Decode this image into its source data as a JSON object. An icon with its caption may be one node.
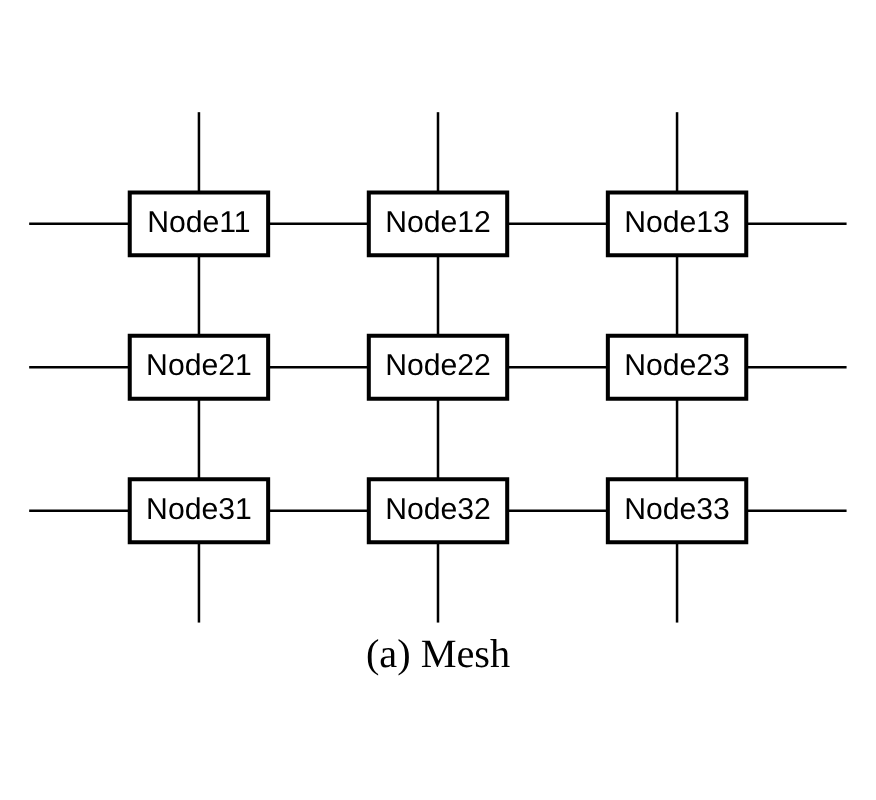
{
  "diagram": {
    "caption": "(a) Mesh",
    "nodes": [
      {
        "text": [
          "Node11"
        ]
      },
      {
        "text": [
          "Node12"
        ]
      },
      {
        "text": [
          "Node13"
        ]
      },
      {
        "text": [
          "Node21"
        ]
      },
      {
        "text": [
          "Node22"
        ]
      },
      {
        "text": [
          "Node23"
        ]
      },
      {
        "text": [
          "Node31"
        ]
      },
      {
        "text": [
          "Node32"
        ]
      },
      {
        "text": [
          "Node33"
        ]
      }
    ],
    "edges": [
      {
        "from": null,
        "to": 0,
        "arrow": "none"
      },
      {
        "from": 0,
        "to": 1,
        "arrow": "none"
      },
      {
        "from": 1,
        "to": 2,
        "arrow": "none"
      },
      {
        "from": 2,
        "to": null,
        "arrow": "none"
      },
      {
        "from": null,
        "to": 3,
        "arrow": "none"
      },
      {
        "from": 3,
        "to": 4,
        "arrow": "none"
      },
      {
        "from": 4,
        "to": 5,
        "arrow": "none"
      },
      {
        "from": 5,
        "to": null,
        "arrow": "none"
      },
      {
        "from": null,
        "to": 6,
        "arrow": "none"
      },
      {
        "from": 6,
        "to": 7,
        "arrow": "none"
      },
      {
        "from": 7,
        "to": 8,
        "arrow": "none"
      },
      {
        "from": 8,
        "to": null,
        "arrow": "none"
      },
      {
        "from": null,
        "to": 0,
        "arrow": "none"
      },
      {
        "from": 0,
        "to": 3,
        "arrow": "none"
      },
      {
        "from": 3,
        "to": 6,
        "arrow": "none"
      },
      {
        "from": 6,
        "to": null,
        "arrow": "none"
      },
      {
        "from": null,
        "to": 1,
        "arrow": "none"
      },
      {
        "from": 1,
        "to": 4,
        "arrow": "none"
      },
      {
        "from": 4,
        "to": 7,
        "arrow": "none"
      },
      {
        "from": 7,
        "to": null,
        "arrow": "none"
      },
      {
        "from": null,
        "to": 2,
        "arrow": "none"
      },
      {
        "from": 2,
        "to": 5,
        "arrow": "none"
      },
      {
        "from": 5,
        "to": 8,
        "arrow": "none"
      },
      {
        "from": 8,
        "to": null,
        "arrow": "none"
      }
    ]
  }
}
